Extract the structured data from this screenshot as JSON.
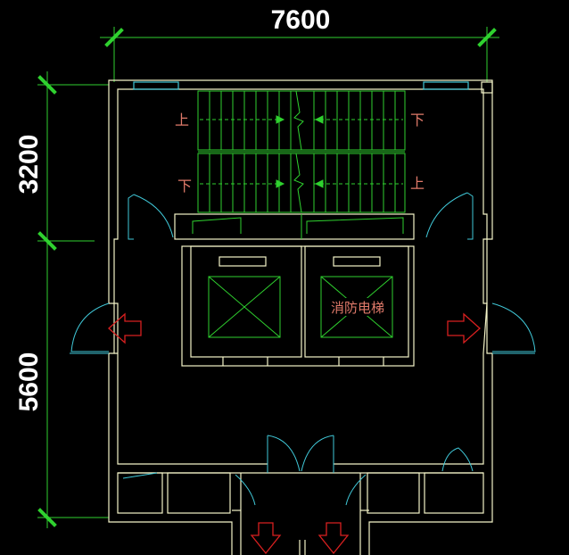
{
  "dimensions": {
    "top_width": "7600",
    "left_upper": "3200",
    "left_lower": "5600"
  },
  "stair_labels": {
    "upper_left": "上",
    "upper_right": "下",
    "lower_left": "下",
    "lower_right": "上"
  },
  "elevator": {
    "label": "消防电梯"
  },
  "colors": {
    "background": "#000000",
    "walls": "#f4f4c8",
    "stairs": "#2fd12f",
    "dimension_lines": "#2fd12f",
    "dimension_ticks": "#2fd12f",
    "doors": "#40c8d8",
    "arrows": "#d82020",
    "text_dim": "#ffffff",
    "text_labels": "#e07a6a"
  }
}
